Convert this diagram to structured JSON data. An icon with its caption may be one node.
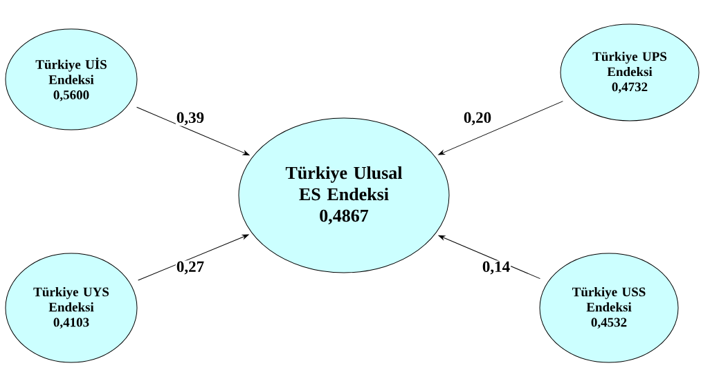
{
  "diagram": {
    "nodes": [
      {
        "text": [
          "Türkiye UİS Endeksi",
          "0,5600"
        ]
      },
      {
        "text": [
          "Türkiye UPS Endeksi",
          "0,4732"
        ]
      },
      {
        "text": [
          "Türkiye Ulusal ES Endeksi",
          "0,4867"
        ]
      },
      {
        "text": [
          "Türkiye UYS Endeksi",
          "0,4103"
        ]
      },
      {
        "text": [
          "Türkiye USS Endeksi",
          "0,4532"
        ]
      }
    ],
    "edges": [
      {
        "from": 0,
        "to": 2,
        "arrow": "to",
        "label": "0,39"
      },
      {
        "from": 1,
        "to": 2,
        "arrow": "to",
        "label": "0,20"
      },
      {
        "from": 3,
        "to": 2,
        "arrow": "to",
        "label": "0,27"
      },
      {
        "from": 4,
        "to": 2,
        "arrow": "to",
        "label": "0,14"
      }
    ]
  }
}
